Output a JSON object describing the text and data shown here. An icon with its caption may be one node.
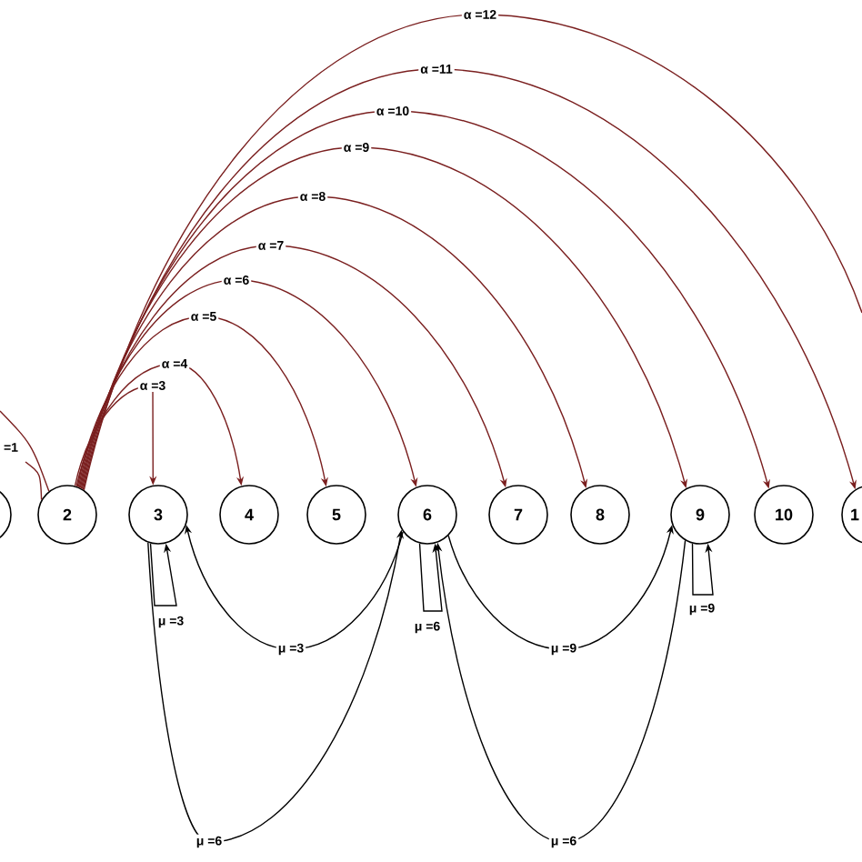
{
  "diagram": {
    "nodes": [
      {
        "text": [],
        "shape": "circle"
      },
      {
        "text": [
          "2"
        ]
      },
      {
        "text": [
          "3"
        ]
      },
      {
        "text": [
          "4"
        ]
      },
      {
        "text": [
          "5"
        ]
      },
      {
        "text": [
          "6"
        ]
      },
      {
        "text": [
          "7"
        ]
      },
      {
        "text": [
          "8"
        ]
      },
      {
        "text": [
          "9"
        ]
      },
      {
        "text": [
          "10"
        ]
      },
      {
        "text": [
          "1"
        ]
      }
    ],
    "edges": [
      {
        "from": null,
        "to": 1,
        "arrow": "none"
      },
      {
        "from": null,
        "to": 1,
        "arrow": "none",
        "label": "=1"
      },
      {
        "from": 1,
        "to": 2,
        "arrow": "to",
        "label": "α =3"
      },
      {
        "from": 1,
        "to": 3,
        "arrow": "to",
        "label": "α =4"
      },
      {
        "from": 1,
        "to": 4,
        "arrow": "to",
        "label": "α =5"
      },
      {
        "from": 1,
        "to": 5,
        "arrow": "to",
        "label": "α =6"
      },
      {
        "from": 1,
        "to": 6,
        "arrow": "to",
        "label": "α =7"
      },
      {
        "from": 1,
        "to": 7,
        "arrow": "to",
        "label": "α =8"
      },
      {
        "from": 1,
        "to": 8,
        "arrow": "to",
        "label": "α =9"
      },
      {
        "from": 1,
        "to": 9,
        "arrow": "to",
        "label": "α =10"
      },
      {
        "from": 1,
        "to": 10,
        "arrow": "to",
        "label": "α =11"
      },
      {
        "from": 1,
        "to": null,
        "arrow": "none",
        "label": "α =12"
      },
      {
        "from": 2,
        "to": 2,
        "arrow": "to",
        "label": "μ =3",
        "color": "#000000"
      },
      {
        "from": 5,
        "to": 2,
        "arrow": "to",
        "label": "μ =3",
        "color": "#000000"
      },
      {
        "from": 2,
        "to": 5,
        "arrow": "to",
        "label": "μ =6",
        "color": "#000000"
      },
      {
        "from": 5,
        "to": 5,
        "arrow": "to",
        "label": "μ =6",
        "color": "#000000"
      },
      {
        "from": 5,
        "to": 8,
        "arrow": "to",
        "label": "μ =9",
        "color": "#000000"
      },
      {
        "from": 8,
        "to": 5,
        "arrow": "to",
        "label": "μ =6",
        "color": "#000000"
      },
      {
        "from": 8,
        "to": 8,
        "arrow": "to",
        "label": "μ =9",
        "color": "#000000"
      }
    ]
  }
}
